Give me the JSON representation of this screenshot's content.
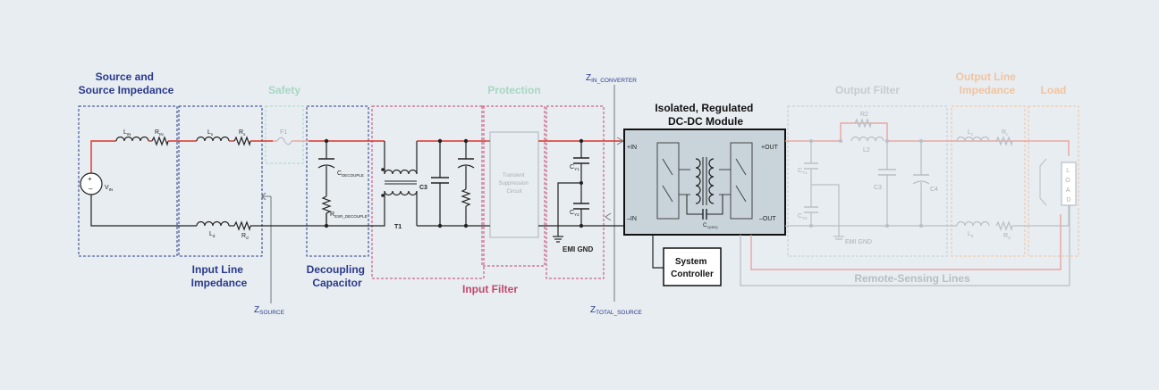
{
  "colors": {
    "background": "#e8edf1",
    "navy": "#2a3a8c",
    "safety": "#a8d6c2",
    "protection": "#a8d6c2",
    "input_filter": "#c5456d",
    "output_filter": "#b8bec4",
    "output_line": "#f2c3a0",
    "module_fill": "#c8d4da",
    "wire_red": "#d9342b"
  },
  "sections": {
    "source_impedance": "Source and\nSource Impedance",
    "safety": "Safety",
    "protection": "Protection",
    "input_line_impedance": "Input Line\nImpedance",
    "decoupling_capacitor": "Decoupling\nCapacitor",
    "input_filter": "Input Filter",
    "module": "Isolated, Regulated\nDC-DC Module",
    "output_filter": "Output Filter",
    "output_line_impedance": "Output Line\nImpedance",
    "load": "Load",
    "system_controller": "System\nController",
    "remote_sensing": "Remote-Sensing Lines",
    "tvs_circuit": "Transient\nSuppression\nCircuit"
  },
  "impedance_labels": {
    "z_in_converter": {
      "main": "Z",
      "sub": "IN_CONVERTER"
    },
    "z_source": {
      "main": "Z",
      "sub": "SOURCE"
    },
    "z_total_source": {
      "main": "Z",
      "sub": "TOTAL_SOURCE"
    }
  },
  "components": {
    "vin": {
      "main": "V",
      "sub": "IN"
    },
    "lin": {
      "main": "L",
      "sub": "IN"
    },
    "rin": {
      "main": "R",
      "sub": "IN"
    },
    "ls": {
      "main": "L",
      "sub": "s"
    },
    "rs": {
      "main": "R",
      "sub": "s"
    },
    "ld": {
      "main": "L",
      "sub": "d"
    },
    "rd": {
      "main": "R",
      "sub": "d"
    },
    "f1": "F1",
    "cdecouple": {
      "main": "C",
      "sub": "DECOUPLE"
    },
    "resr": {
      "main": "R",
      "sub": "ESR_DECOUPLE"
    },
    "t1": "T1",
    "c3_in": "C3",
    "cy1": {
      "main": "C",
      "sub": "Y1"
    },
    "cy2": {
      "main": "C",
      "sub": "Y2"
    },
    "emi_gnd": "EMI GND",
    "plus_in": "+IN",
    "minus_in": "–IN",
    "plus_out": "+OUT",
    "minus_out": "–OUT",
    "cy_module": {
      "main": "C",
      "sub": "Y(ISO)"
    },
    "cy1_out": {
      "main": "C",
      "sub": "Y1"
    },
    "cy2_out": {
      "main": "C",
      "sub": "Y2"
    },
    "r2": "R2",
    "l2": "L2",
    "c3_out": "C3",
    "c4": "C4",
    "emi_gnd_out": "EMI GND",
    "lc_out": {
      "main": "L",
      "sub": "c"
    },
    "rc_out": {
      "main": "R",
      "sub": "c"
    },
    "ld_out": {
      "main": "L",
      "sub": "d"
    },
    "rd_out": {
      "main": "R",
      "sub": "d"
    },
    "load_letters": "LOAD"
  }
}
